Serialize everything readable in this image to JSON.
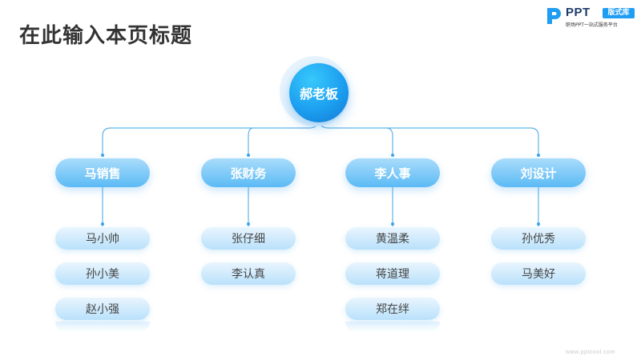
{
  "title": "在此输入本页标题",
  "logo": {
    "brand": "PPT",
    "badge": "版式库",
    "tagline": "职场PPT一站式服务平台"
  },
  "org": {
    "boss": "郝老板",
    "departments": [
      {
        "name": "马销售",
        "members": [
          "马小帅",
          "孙小美",
          "赵小强"
        ]
      },
      {
        "name": "张财务",
        "members": [
          "张仔细",
          "李认真"
        ]
      },
      {
        "name": "李人事",
        "members": [
          "黄温柔",
          "蒋道理",
          "郑在绊"
        ]
      },
      {
        "name": "刘设计",
        "members": [
          "孙优秀",
          "马美好"
        ]
      }
    ]
  },
  "footer": {
    "url": "www.pptcool.com"
  },
  "colors": {
    "accent": "#1c9ff0",
    "dept": "#5bbaf5",
    "member": "#b9e1fb",
    "title": "#333333"
  }
}
